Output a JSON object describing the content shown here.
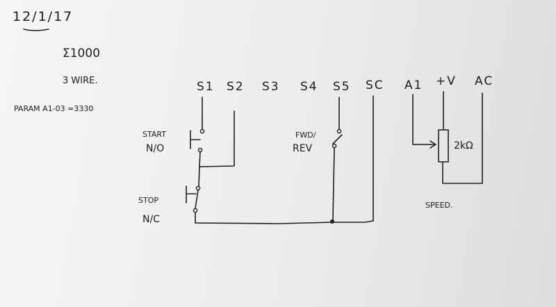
{
  "header": {
    "date": "12/1/17",
    "model": "Σ1000",
    "wiring": "3 WIRE.",
    "param": "PARAM  A1-03 =3330"
  },
  "terminals": [
    "S1",
    "S2",
    "S3",
    "S4",
    "S5",
    "SC",
    "A1",
    "+V",
    "AC"
  ],
  "labels": {
    "start_line1": "START",
    "start_line2": "N/O",
    "stop_line1": "STOP",
    "stop_line2": "N/C",
    "fwd_line1": "FWD/",
    "fwd_line2": "REV",
    "resistor_value": "2kΩ",
    "speed": "SPEED."
  }
}
